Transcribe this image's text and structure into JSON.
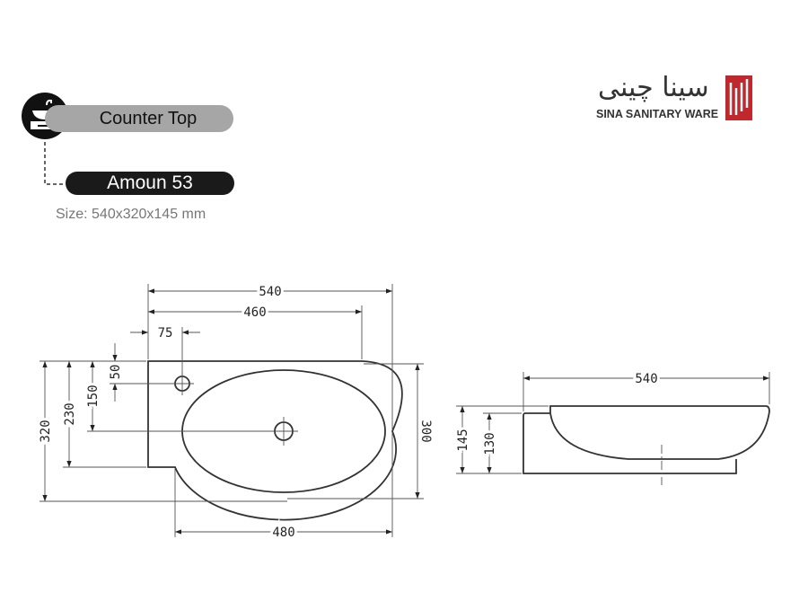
{
  "category": "Counter Top",
  "model": "Amoun 53",
  "size": "Size: 540x320x145  mm",
  "brand": {
    "name_fa": "سینا چینی",
    "name_en": "SINA SANITARY WARE",
    "color": "#c0282d"
  },
  "dimensions": {
    "top_width": "540",
    "inner_width": "460",
    "tap_offset": "75",
    "tap_depth": "50",
    "drain_depth": "150",
    "ledge_depth": "230",
    "total_depth": "320",
    "bowl_depth": "300",
    "bowl_width": "480",
    "side_width": "540",
    "side_height": "145",
    "side_inner_height": "130"
  }
}
